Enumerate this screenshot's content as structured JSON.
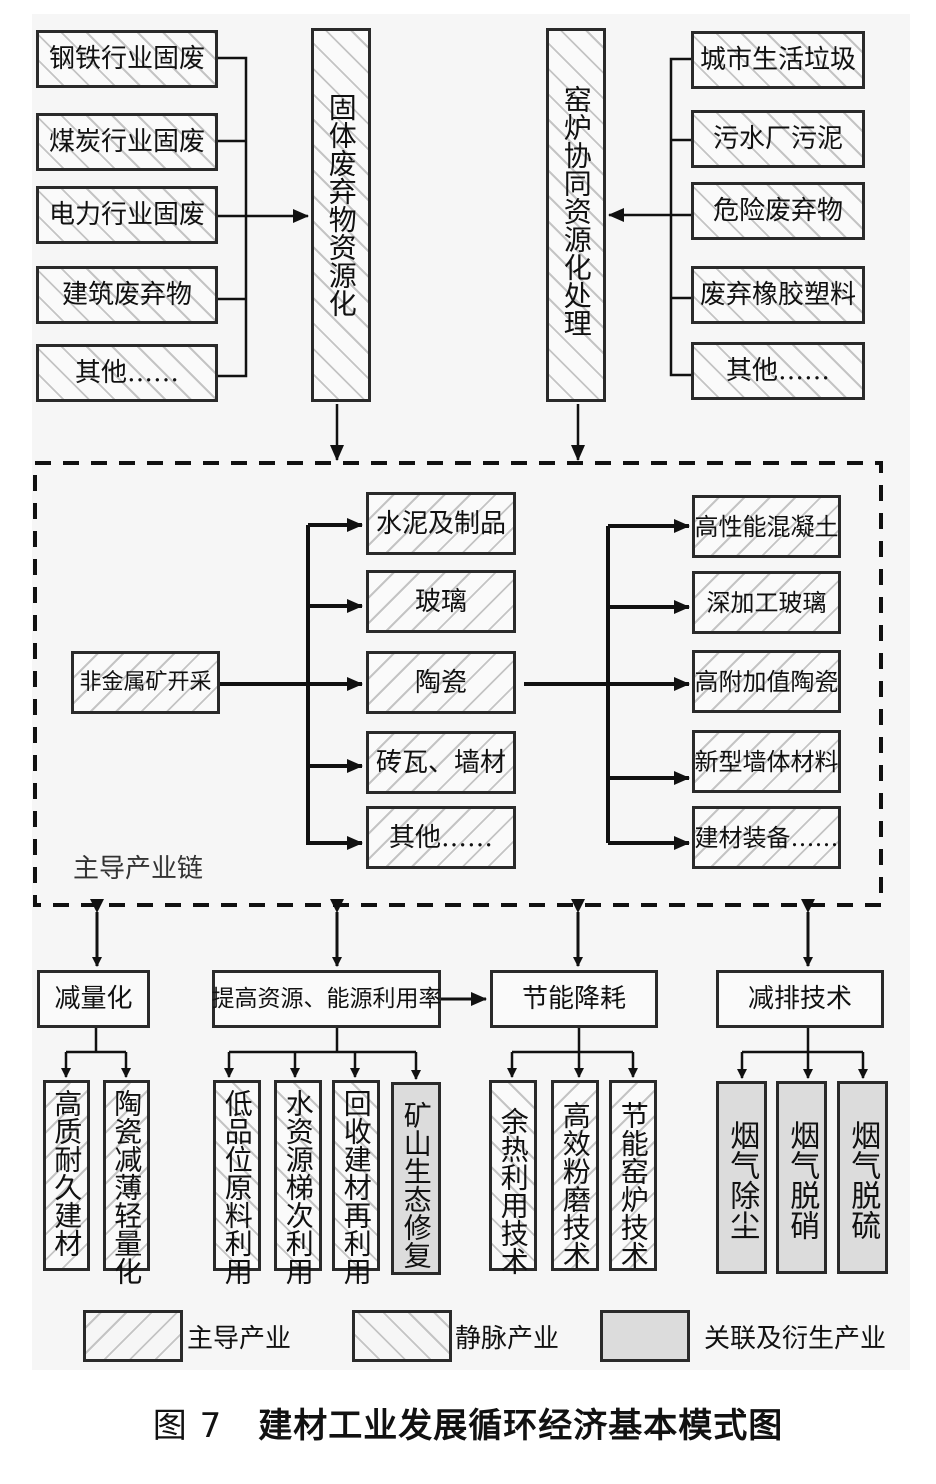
{
  "legend": [
    {
      "key": "lead",
      "label": "主导产业",
      "style": "diagonal-hatch-forward"
    },
    {
      "key": "vein",
      "label": "静脉产业",
      "style": "diagonal-hatch-backward"
    },
    {
      "key": "derived",
      "label": "关联及衍生产业",
      "style": "gray-fill",
      "color": "#dcdcdc"
    }
  ],
  "top": {
    "left_sources": [
      "钢铁行业固废",
      "煤炭行业固废",
      "电力行业固废",
      "建筑废弃物",
      "其他……"
    ],
    "left_process": "固体废弃物资源化",
    "right_process": "窑炉协同资源化处理",
    "right_sources": [
      "城市生活垃圾",
      "污水厂污泥",
      "危险废弃物",
      "废弃橡胶塑料",
      "其他……"
    ]
  },
  "chain": {
    "label": "主导产业链",
    "origin": "非金属矿开采",
    "primary": [
      "水泥及制品",
      "玻璃",
      "陶瓷",
      "砖瓦、墙材",
      "其他……"
    ],
    "advanced": [
      "高性能混凝土",
      "深加工玻璃",
      "高附加值陶瓷",
      "新型墙体材料",
      "建材装备……"
    ]
  },
  "bottom": {
    "groups": [
      {
        "title": "减量化",
        "items": [
          {
            "label": "高质耐久建材",
            "type": "lead"
          },
          {
            "label": "陶瓷减薄轻量化",
            "type": "lead"
          }
        ]
      },
      {
        "title": "提高资源、能源利用率",
        "items": [
          {
            "label": "低品位原料利用",
            "type": "vein"
          },
          {
            "label": "水资源梯次利用",
            "type": "vein"
          },
          {
            "label": "回收建材再利用",
            "type": "vein"
          },
          {
            "label": "矿山生态修复",
            "type": "derived"
          }
        ]
      },
      {
        "title": "节能降耗",
        "items": [
          {
            "label": "余热利用技术",
            "type": "vein"
          },
          {
            "label": "高效粉磨技术",
            "type": "lead"
          },
          {
            "label": "节能窑炉技术",
            "type": "lead"
          }
        ]
      },
      {
        "title": "减排技术",
        "items": [
          {
            "label": "烟气除尘",
            "type": "derived"
          },
          {
            "label": "烟气脱硝",
            "type": "derived"
          },
          {
            "label": "烟气脱硫",
            "type": "derived"
          }
        ]
      }
    ]
  },
  "caption": {
    "figure_no": "图 7",
    "title": "建材工业发展循环经济基本模式图"
  }
}
